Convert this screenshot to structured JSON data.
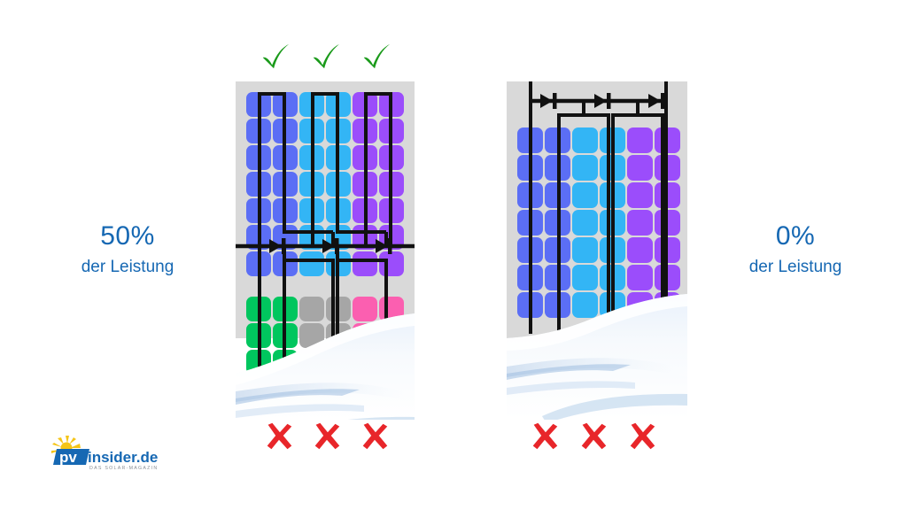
{
  "page": {
    "background_color": "#ffffff",
    "title_text_color": "#1668b3"
  },
  "left_scenario": {
    "percent": "50%",
    "caption": "der Leistung",
    "top_marks": [
      "check-mark",
      "check-mark",
      "check-mark"
    ],
    "bottom_marks": [
      "cross-mark",
      "cross-mark",
      "cross-mark"
    ],
    "panel": {
      "frame_color": "#d9d9d9",
      "rows_lit": 7,
      "rows_shaded": 4,
      "columns": 6,
      "lit_colors": [
        "#5b6ef5",
        "#5b6ef5",
        "#33b5f5",
        "#33b5f5",
        "#9b4dfb",
        "#9b4dfb"
      ],
      "shaded_colors": [
        "#00c65e",
        "#00c65e",
        "#a6a6a6",
        "#a6a6a6",
        "#fb5fb0",
        "#fb5fb0"
      ],
      "junction_position": "middle",
      "diode_count": 3,
      "snow_color": "#c3d6ef"
    }
  },
  "right_scenario": {
    "percent": "0%",
    "caption": "der Leistung",
    "top_marks": [],
    "bottom_marks": [
      "cross-mark",
      "cross-mark",
      "cross-mark"
    ],
    "panel": {
      "frame_color": "#d9d9d9",
      "rows_lit": 7,
      "rows_shaded": 0,
      "columns": 6,
      "lit_colors": [
        "#5b6ef5",
        "#5b6ef5",
        "#33b5f5",
        "#33b5f5",
        "#9b4dfb",
        "#9b4dfb"
      ],
      "shaded_colors": [],
      "junction_position": "top",
      "diode_count": 3,
      "snow_color": "#c3d6ef"
    }
  },
  "colors": {
    "check": "#1a9a1a",
    "cross": "#e8262a",
    "wire": "#111111",
    "panel_frame": "#d9d9d9",
    "cell_blue": "#5b6ef5",
    "cell_cyan": "#33b5f5",
    "cell_purple": "#9b4dfb",
    "cell_green": "#00c65e",
    "cell_gray": "#a6a6a6",
    "cell_pink": "#fb5fb0",
    "brand_blue": "#1668b3",
    "logo_sun": "#f5c518"
  },
  "logo": {
    "mark": "pv",
    "name": "insider.de",
    "tagline": "DAS SOLAR-MAGAZIN"
  }
}
